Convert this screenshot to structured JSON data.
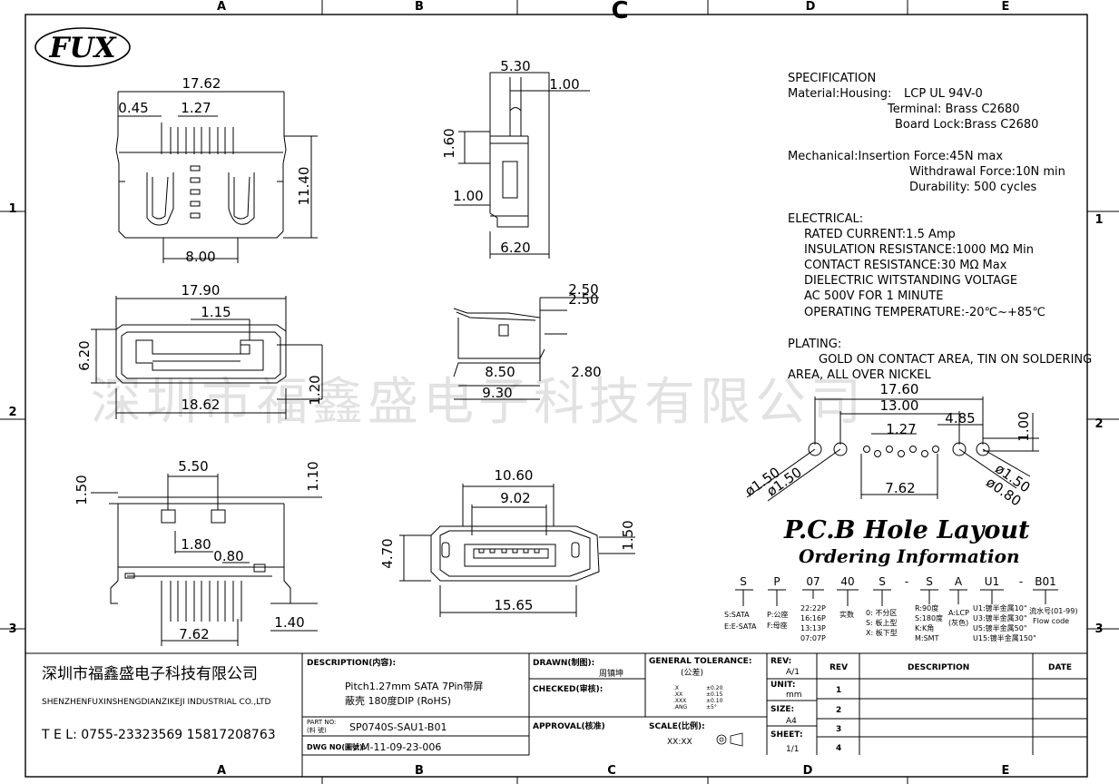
{
  "border": {
    "columns_top": [
      "A",
      "B",
      "C",
      "D",
      "E"
    ],
    "columns_bottom": [
      "A",
      "B",
      "C",
      "D",
      "E"
    ],
    "rows": [
      "1",
      "2",
      "3"
    ]
  },
  "logo": "FUX",
  "watermark": "深圳市福鑫盛电子科技有限公司",
  "dimensions": {
    "top_view": {
      "width": "17.62",
      "edge": "0.45",
      "pitch": "1.27",
      "height": "11.40",
      "bottom": "8.00"
    },
    "side_view": {
      "depth": "5.30",
      "lip": "1.00",
      "h1": "1.60",
      "h2": "1.00",
      "base": "6.20"
    },
    "front_view": {
      "width": "17.90",
      "inner": "1.15",
      "height": "6.20",
      "h2": "1.20",
      "total": "18.62"
    },
    "right_view": {
      "a": "2.50",
      "b": "2.50",
      "c": "8.50",
      "d": "2.80",
      "e": "9.30"
    },
    "bottom_view": {
      "width": "5.50",
      "left": "1.50",
      "right": "1.10",
      "gap": "1.80",
      "pin": "0.80",
      "span": "7.62",
      "leg": "1.40"
    },
    "face_view": {
      "outer": "10.60",
      "inner": "9.02",
      "height": "4.70",
      "side": "1.50",
      "total": "15.65"
    },
    "pcb": {
      "total": "17.60",
      "center": "13.00",
      "pitch": "1.27",
      "offset": "4.85",
      "row": "1.00",
      "span": "7.62",
      "d1": "ø1.50",
      "d2": "ø1.50",
      "d3": "ø1.50",
      "d4": "ø0.80"
    }
  },
  "specification": {
    "title": "SPECIFICATION",
    "material_label": "Material:Housing:",
    "housing": "LCP  UL  94V-0",
    "terminal": "Terminal:   Brass  C2680",
    "board_lock": "Board  Lock:Brass  C2680",
    "mech_label": "Mechanical:Insertion  Force:45N  max",
    "withdrawal": "Withdrawal  Force:10N  min",
    "durability": "Durability:   500  cycles",
    "elec_title": "ELECTRICAL:",
    "rated_current": "RATED  CURRENT:1.5  Amp",
    "insulation": "INSULATION  RESISTANCE:1000  MΩ  Min",
    "contact": "CONTACT  RESISTANCE:30  MΩ  Max",
    "dielectric": "DIELECTRIC  WITSTANDING  VOLTAGE",
    "ac": "AC  500V  FOR  1  MINUTE",
    "temperature": "OPERATING  TEMPERATURE:-20℃~+85℃",
    "plating_title": "PLATING:",
    "plating1": "GOLD  ON  CONTACT  AREA,  TIN  ON  SOLDERING",
    "plating2": "AREA,  ALL  OVER  NICKEL"
  },
  "pcb_title": "P.C.B Hole Layout",
  "ordering": {
    "title": "Ordering Information",
    "codes": [
      "S",
      "P",
      "07",
      "40",
      "S",
      "-",
      "S",
      "A",
      "U1",
      "-",
      "B01"
    ],
    "legend": {
      "s1": "S:SATA",
      "s2": "E:E-SATA",
      "p1": "P:公座",
      "p2": "F:母座",
      "n1": "22:22P",
      "n2": "16:16P",
      "n3": "13:13P",
      "n4": "07:07P",
      "m1": "实数",
      "o1": "0: 不分区",
      "o2": "S: 板上型",
      "o3": "X: 板下型",
      "r1": "R:90度",
      "r2": "S:180度",
      "r3": "K:K角",
      "r4": "M:SMT",
      "a1": "A:LCP",
      "a2": "(灰色)",
      "u1": "U1:镀半金属10\"",
      "u2": "U3:镀半金属30\"",
      "u3": "U5:镀半金属50\"",
      "u4": "U15:镀半金属150\"",
      "b1": "流水号(01-99)",
      "b2": "Flow code"
    }
  },
  "title_block": {
    "company_cn": "深圳市福鑫盛电子科技有限公司",
    "company_en": "SHENZHENFUXINSHENGDIANZIKEJI INDUSTRIAL CO.,LTD",
    "tel": "T E L: 0755-23323569    15817208763",
    "desc_label": "DESCRIPTION(内容):",
    "desc1": "Pitch1.27mm SATA 7Pin带屏",
    "desc2": "蔽壳 180度DIP (RoHS)",
    "part_label1": "PART NO:",
    "part_label2": "(料   號)",
    "part_no": "SP0740S-SAU1-B01",
    "dwg_label": "DWG NO(圖號):",
    "dwg_no": "M-11-09-23-006",
    "drawn_label": "DRAWN(制图):",
    "drawn_by": "周镇坤",
    "checked_label": "CHECKED(审核):",
    "approval_label": "APPROVAL(核准)",
    "tol_label": "GENERAL TOLERANCE:",
    "tol_sub": "(公差)",
    "tol_rows": [
      [
        ".X",
        "±0.20"
      ],
      [
        ".XX",
        "±0.15"
      ],
      [
        ".XXX",
        "±0.10"
      ],
      [
        ".ANG",
        "±5°"
      ]
    ],
    "scale_label": "SCALE(比例):",
    "scale": "XX:XX",
    "rev_label": "REV:",
    "rev": "A/1",
    "unit_label": "UNIT:",
    "unit": "mm",
    "size_label": "SIZE:",
    "size": "A4",
    "sheet_label": "SHEET:",
    "sheet": "1/1",
    "rev_head": "REV",
    "descr_head": "DESCRIPTION",
    "date_head": "DATE",
    "rev_rows": [
      "1",
      "2",
      "3",
      "4"
    ]
  }
}
